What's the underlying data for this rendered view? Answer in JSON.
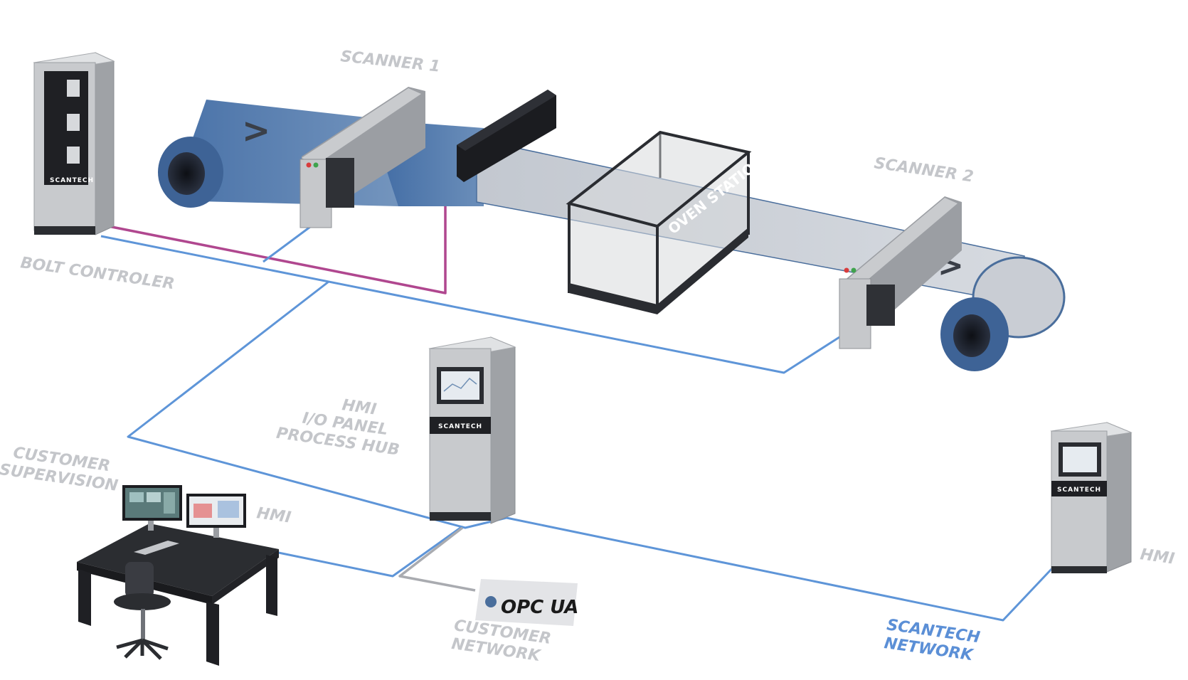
{
  "labels": {
    "scanner1": "SCANNER 1",
    "scanner2": "SCANNER 2",
    "bolt_controller": "BOLT CONTROLER",
    "oven_station": "OVEN STATION",
    "hmi_center_l1": "HMI",
    "hmi_center_l2": "I/O PANEL",
    "hmi_center_l3": "PROCESS HUB",
    "customer_supervision_l1": "CUSTOMER",
    "customer_supervision_l2": "SUPERVISION",
    "hmi_desk": "HMI",
    "hmi_right": "HMI",
    "customer_network_l1": "CUSTOMER",
    "customer_network_l2": "NETWORK",
    "scantech_network_l1": "SCANTECH",
    "scantech_network_l2": "NETWORK",
    "opc_ua": "OPC UA",
    "brand": "SCANTECH"
  },
  "colors": {
    "scantech_network": "#5e95d8",
    "sensor_link": "#b0478f",
    "customer_network": "#a9abb0",
    "label_grey": "#c4c6ca",
    "label_blue": "#5b8fd6",
    "web_blue": "#4a6e9c",
    "web_grey": "#c9cdd4"
  }
}
